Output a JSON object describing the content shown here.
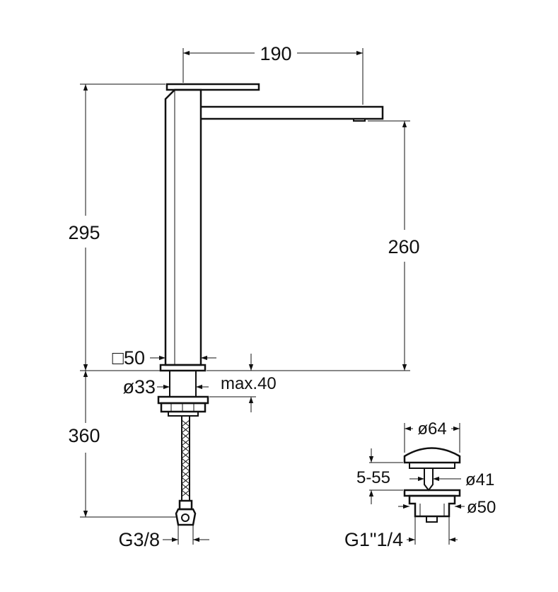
{
  "dimensions": {
    "spout_reach": "190",
    "total_height": "295",
    "spout_height": "260",
    "base_square": "□50",
    "shank_diameter": "ø33",
    "max_counter_thickness": "max.40",
    "hose_length": "360",
    "hose_thread": "G3/8",
    "waste_cap_diameter": "ø64",
    "waste_range": "5-55",
    "waste_neck_diameter": "ø41",
    "waste_body_diameter": "ø50",
    "waste_thread": "G1\"1/4"
  },
  "colors": {
    "line": "#111111",
    "background": "#ffffff"
  }
}
